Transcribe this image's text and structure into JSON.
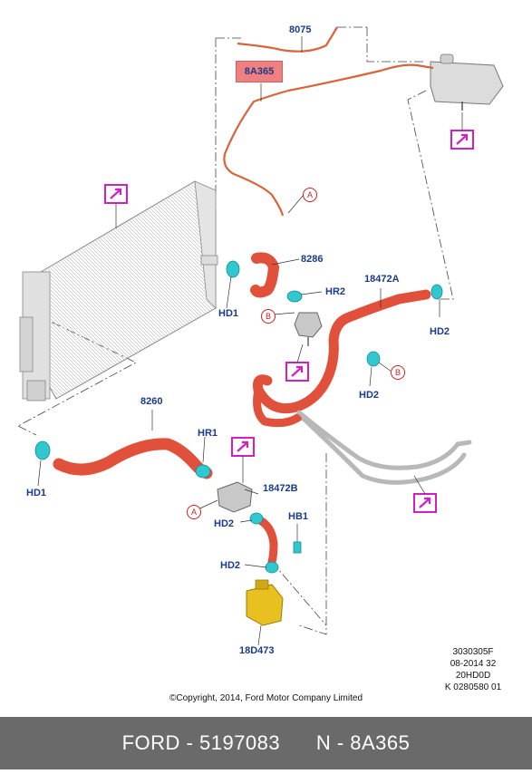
{
  "labels": {
    "part_8075": "8075",
    "part_8a365": "8A365",
    "part_8286": "8286",
    "part_hr2": "HR2",
    "part_18472a": "18472A",
    "part_hd1_upper": "HD1",
    "part_hd2_right": "HD2",
    "part_hd2_mid": "HD2",
    "part_8260": "8260",
    "part_hr1": "HR1",
    "part_hd1_left": "HD1",
    "part_18472b": "18472B",
    "part_hd2_lower1": "HD2",
    "part_hb1": "HB1",
    "part_hd2_lower2": "HD2",
    "part_18d473": "18D473"
  },
  "callouts": {
    "a_upper": "A",
    "b_upper": "B",
    "b_right": "B",
    "a_lower": "A"
  },
  "reference": {
    "line1": "3030305F",
    "line2": "08-2014 32",
    "line3": "20HD0D",
    "line4": "K 0280580 01"
  },
  "copyright": "©Copyright, 2014, Ford Motor Company Limited",
  "footer": {
    "brand": "FORD",
    "part_number": "5197083",
    "ref_code": "N - 8A365"
  },
  "colors": {
    "hose": "#e0503a",
    "clamp": "#30c8d0",
    "marker": "#d020c0",
    "label": "#1a3a8a",
    "highlight": "#f08080",
    "footer_bg": "#6a6a6a"
  },
  "icons": [
    "arrow-box-icon",
    "radiator",
    "coolant-reservoir",
    "coolant-pump",
    "thermostat-housing",
    "hose-clamp"
  ]
}
